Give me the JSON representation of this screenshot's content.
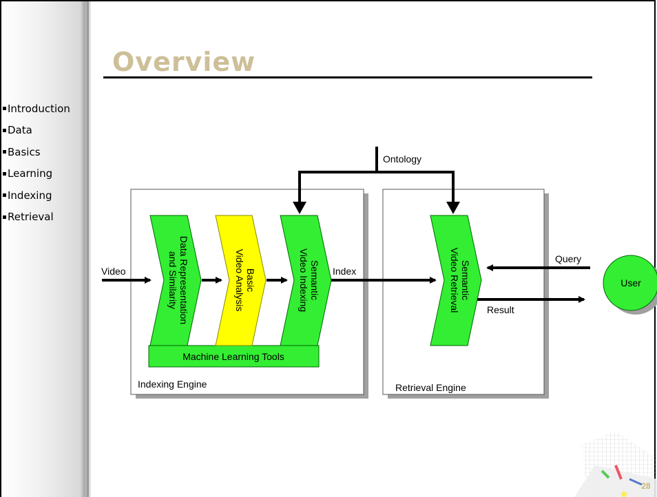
{
  "slide": {
    "title": "Overview",
    "page_number": "28"
  },
  "nav": {
    "items": [
      "Introduction",
      "Data",
      "Basics",
      "Learning",
      "Indexing",
      "Retrieval"
    ]
  },
  "diagram": {
    "labels": {
      "ontology": "Ontology",
      "video": "Video",
      "index": "Index",
      "query": "Query",
      "result": "Result",
      "user": "User",
      "indexing_engine": "Indexing Engine",
      "retrieval_engine": "Retrieval Engine",
      "ml_tools": "Machine Learning Tools"
    },
    "stages": {
      "data_rep": [
        "Data Representation",
        "and Similarity"
      ],
      "basic_analysis": [
        "Basic",
        "Video Analysis"
      ],
      "semantic_indexing": [
        "Semantic",
        "Video Indexing"
      ],
      "semantic_retrieval": [
        "Semantic",
        "Video Retrieval"
      ]
    },
    "colors": {
      "green": "#33ee33",
      "yellow": "#ffff00",
      "title": "#cdbf98"
    }
  }
}
